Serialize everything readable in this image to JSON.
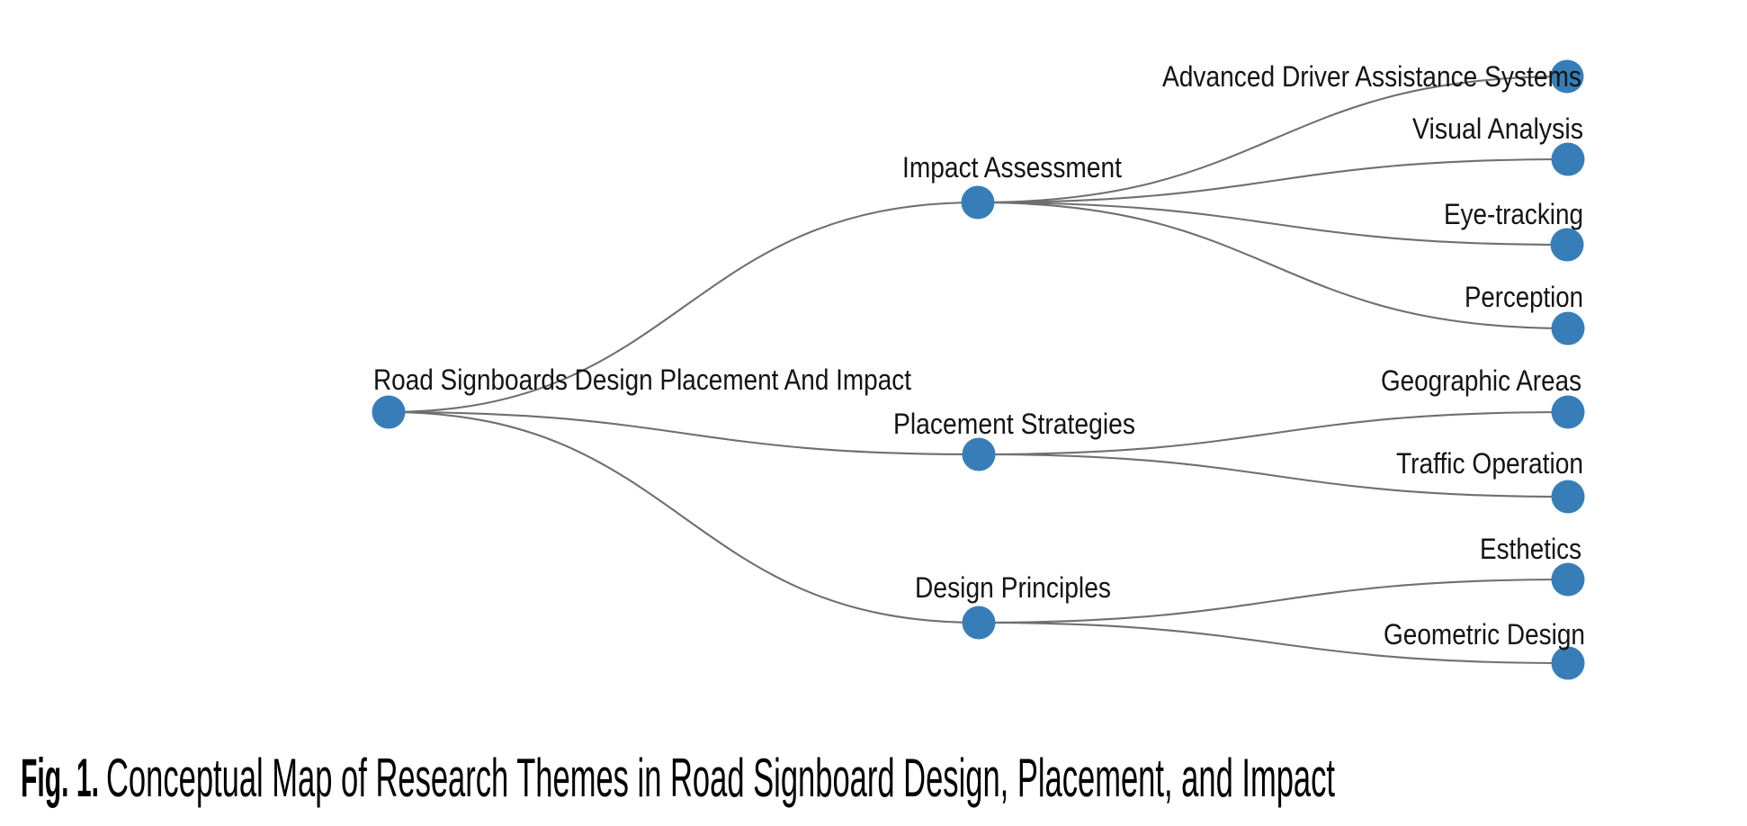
{
  "figure": {
    "type": "conceptual-map-tree",
    "background": "#ffffff",
    "colors": {
      "node_fill": "#377eb8",
      "edge_stroke": "#6f6f6f",
      "label_text": "#141414",
      "caption_text": "#000000"
    },
    "tree": {
      "root": {
        "label": "Road Signboards Design Placement And Impact"
      },
      "branches": [
        {
          "label": "Impact Assessment",
          "children": [
            {
              "label": "Advanced Driver Assistance Systems"
            },
            {
              "label": "Visual Analysis"
            },
            {
              "label": "Eye-tracking"
            },
            {
              "label": "Perception"
            }
          ]
        },
        {
          "label": "Placement Strategies",
          "children": [
            {
              "label": "Geographic Areas"
            },
            {
              "label": "Traffic Operation"
            }
          ]
        },
        {
          "label": "Design Principles",
          "children": [
            {
              "label": "Esthetics"
            },
            {
              "label": "Geometric Design"
            }
          ]
        }
      ]
    },
    "caption": {
      "label": "Fig. 1.",
      "text": "Conceptual Map of Research Themes in Road Signboard Design, Placement, and Impact"
    }
  }
}
